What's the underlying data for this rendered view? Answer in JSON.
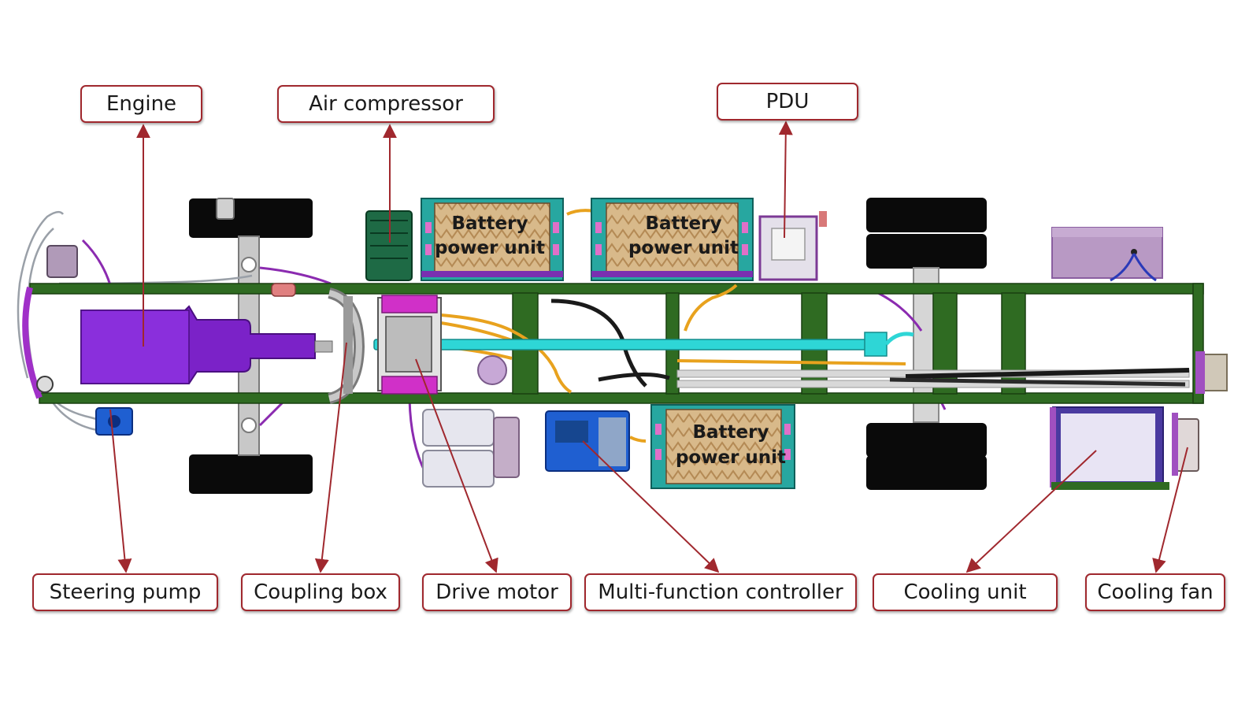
{
  "diagram": {
    "labels": {
      "engine": "Engine",
      "air_compressor": "Air compressor",
      "pdu": "PDU",
      "steering_pump": "Steering pump",
      "coupling_box": "Coupling box",
      "drive_motor": "Drive motor",
      "multi_function_controller": "Multi-function controller",
      "cooling_unit": "Cooling unit",
      "cooling_fan": "Cooling fan"
    },
    "battery_units": [
      {
        "line1": "Battery",
        "line2": "power unit"
      },
      {
        "line1": "Battery",
        "line2": "power unit"
      },
      {
        "line1": "Battery",
        "line2": "power unit"
      }
    ],
    "colors": {
      "frame": "#2f6b22",
      "engine": "#7b22c8",
      "driveshaft": "#2ed6d6",
      "battery_fill": "#d8b98a",
      "battery_frame": "#27a7a0",
      "callout_border": "#a0282e",
      "leader_line": "#a0282e",
      "controller": "#1f5fd1",
      "cooling_unit": "#e8e4f4",
      "harness": "#e8a21e"
    }
  }
}
